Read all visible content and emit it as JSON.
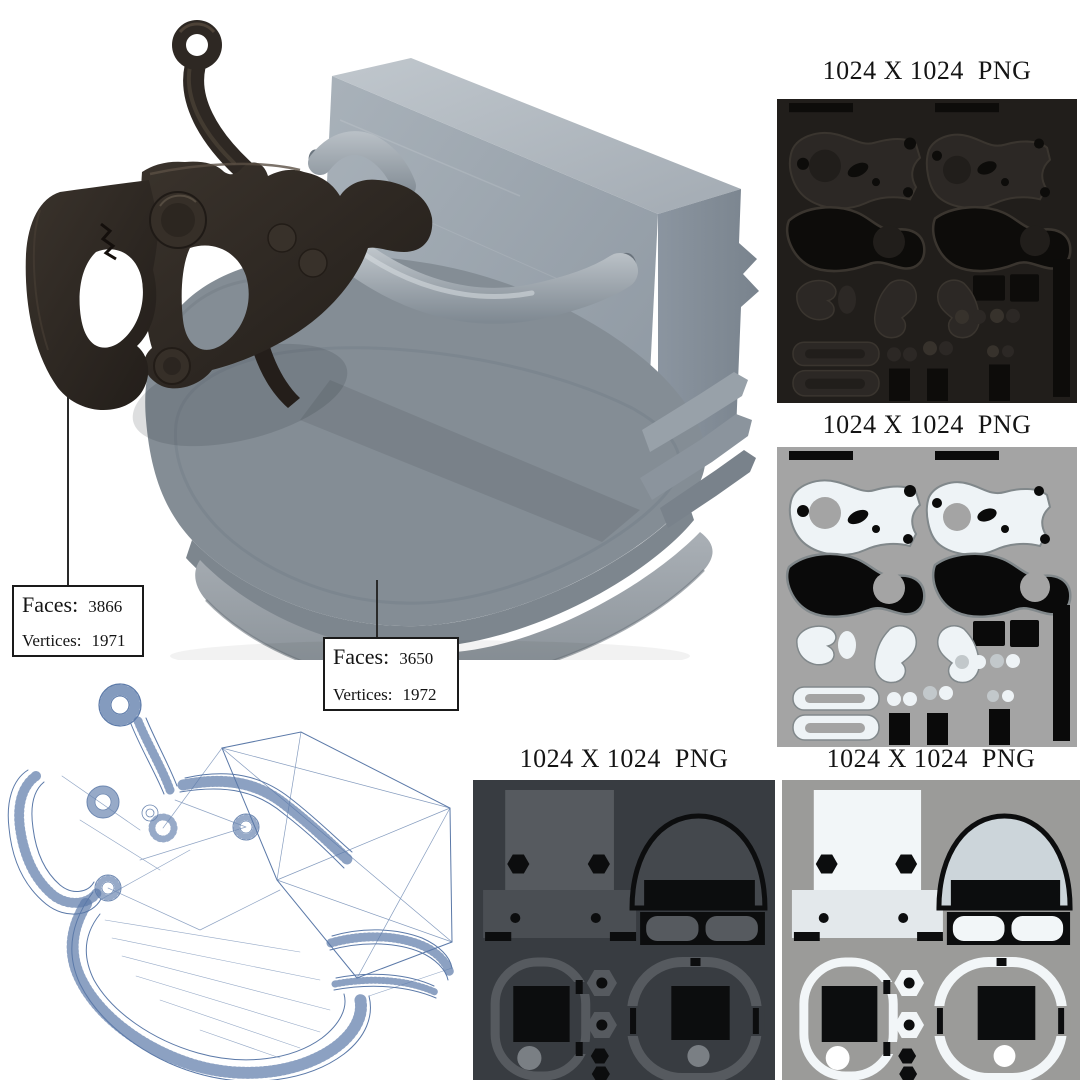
{
  "colors": {
    "page_bg": "#ffffff",
    "label_text": "#141414",
    "callout_border": "#1a1a1a",
    "wireframe_line": "#5b79a8",
    "metal_top": "#b5bdc4",
    "metal_front": "#9aa3ac",
    "metal_side": "#8b959e",
    "plate_top": "#949da5",
    "plate_side": "#7d868e",
    "clamp_dark": "#2d2722",
    "tube_light": "#c7cdd2",
    "tex1_bg": "#211e1b",
    "tex1_shape": "#2c2825",
    "tex2_bg": "#a4a4a4",
    "tex2_shape": "#eef3f6",
    "tex3_bg": "#383c41",
    "tex3_shape": "#565a5f",
    "tex3_shape2": "#4a4e53",
    "tex3_circle": "#7a7f84",
    "tex3_dome": "#44484d",
    "tex4_bg": "#9b9b99",
    "tex4_shape": "#f2f6f8",
    "tex4_shape2": "#e3e8eb",
    "tex4_circle": "#ffffff",
    "tex4_dome": "#ccd5da",
    "tex34_black": "#0c0d0e"
  },
  "callouts": {
    "left": {
      "faces_label": "Faces:",
      "faces_value": "3866",
      "vertices_label": "Vertices:",
      "vertices_value": "1971"
    },
    "right": {
      "faces_label": "Faces:",
      "faces_value": "3650",
      "vertices_label": "Vertices:",
      "vertices_value": "1972"
    }
  },
  "textures": {
    "panels": [
      {
        "id": "texture-map-dark-diffuse",
        "label": "1024 X 1024  PNG"
      },
      {
        "id": "texture-map-ambient-occlusion",
        "label": "1024 X 1024  PNG"
      },
      {
        "id": "texture-map-specular",
        "label": "1024 X 1024  PNG"
      },
      {
        "id": "texture-map-light-diffuse",
        "label": "1024 X 1024  PNG"
      }
    ]
  }
}
